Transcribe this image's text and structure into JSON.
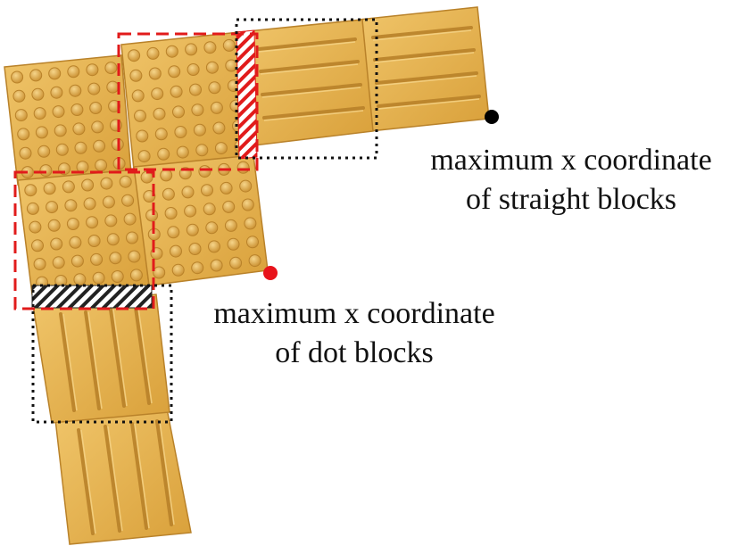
{
  "annotations": {
    "straight_max": {
      "line1": "maximum x coordinate",
      "line2": "of straight blocks"
    },
    "dot_max": {
      "line1": "maximum x coordinate",
      "line2": "of dot blocks"
    }
  },
  "colors": {
    "tile": "#E2A93E",
    "tile_light": "#EFC468",
    "tile_shadow": "#B9822A",
    "dot_marker": "#E8131B",
    "straight_marker": "#000000",
    "red_dash": "#E11B1B",
    "black_dot": "#111111"
  }
}
